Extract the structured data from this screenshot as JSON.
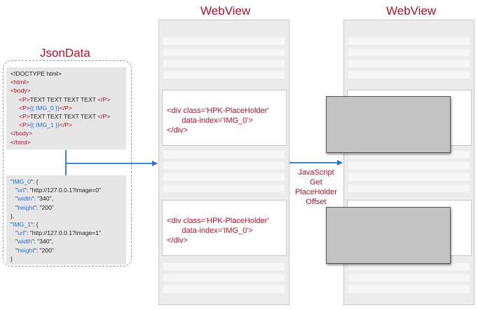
{
  "json_section": {
    "title": "JsonData",
    "html_code": [
      {
        "cls": "",
        "text": "<!DOCTYPE html>"
      },
      {
        "cls": "tag",
        "text": "<html>"
      },
      {
        "cls": "tag",
        "text": "<body>"
      },
      {
        "cls": "mix1",
        "text": "<P>TEXT TEXT TEXT TEXT </P>"
      },
      {
        "cls": "mix2",
        "text": "<P>{{ IMG_0 }}</P>"
      },
      {
        "cls": "mix1",
        "text": "<P>TEXT TEXT TEXT TEXT </P>"
      },
      {
        "cls": "mix2",
        "text": "<P>{{ IMG_1 }}</P>"
      },
      {
        "cls": "tag",
        "text": "</body>"
      },
      {
        "cls": "tag",
        "text": "</html>"
      }
    ],
    "json_code": [
      "\"IMG_0\": {",
      "   \"url\": \"http://127.0.0.1?image=0\"",
      "   \"width\": \"340\",",
      "   \"height\": \"200\"",
      "},",
      "\"IMG_1\": {",
      "   \"url\": \"http://127.0.0.1?image=1\"",
      "   \"width\": \"340\",",
      "   \"height\": \"200\"",
      "}"
    ]
  },
  "webview_left": {
    "title": "WebView",
    "placeholder_1": "<div class='HPK-PlaceHolder'\n       data-index='IMG_0'>\n</div>",
    "placeholder_2": "<div class='HPK-PlaceHolder'\n       data-index='IMG_0'>\n</div>"
  },
  "webview_right": {
    "title": "WebView"
  },
  "connector": {
    "caption": "JavaScript\nGet\nPlaceHolder\nOffset"
  },
  "colors": {
    "accent_red": "#b0122a",
    "arrow_blue": "#2a72d6",
    "placeholder_blue": "#2a72d6"
  }
}
